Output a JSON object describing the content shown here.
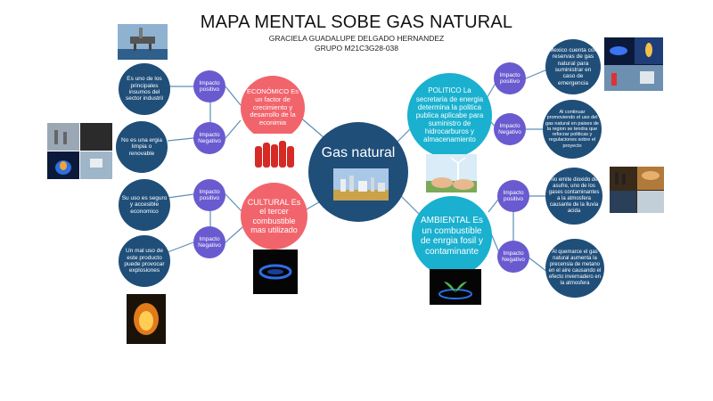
{
  "header": {
    "title": "MAPA MENTAL SOBE GAS NATURAL",
    "author": "GRACIELA GUADALUPE DELGADO HERNANDEZ",
    "group": "GRUPO M21C3G28-038"
  },
  "center": {
    "label": "Gas natural"
  },
  "branches": {
    "economico": {
      "text": "ECONÓMICO Es un factor de crecimiento y desarrollo de la econimia"
    },
    "cultural": {
      "text": "CULTURAL Es el tercer combustible mas utilizado"
    },
    "politico": {
      "text": "POLITICO La secretaria de energia determina la politica publica aplicabe para suministro de hidrocarburos y almacenamiento"
    },
    "ambiental": {
      "text": "AMBIENTAL Es un combustible de enrgia fosil y contaminante"
    }
  },
  "impacts": {
    "econ_pos": "Impacto positivo",
    "econ_neg": "Impacto Negativo",
    "cult_pos": "Impacto positivo",
    "cult_neg": "Impacto Negativo",
    "pol_pos": "Impacto positivo",
    "pol_neg": "Impacto Negativo",
    "amb_pos": "Impacto positivo",
    "amb_neg": "Impacto Negativo"
  },
  "details": {
    "econ_pos": "Es uno de los principales insumos del sector industril",
    "econ_neg": "No es una ergia limpia o renovable",
    "cult_pos": "Su uso es seguro y accesible economico",
    "cult_neg": "Un mal uso de este producto puede provocar explosiones",
    "pol_pos": "Mexico cuenta con reservas de gas natural para suministrar en caso de emergencia",
    "pol_neg": "Al continuar promoviendo el uso del gas natural en paises de la region se tendra que reforzar politicas y regulaciones sobre el proyecto",
    "amb_pos": "No emite dioxido de asufre, uno de los gases contaminantes a la atmosfera causante de la lluvia acida",
    "amb_neg": "Al quemarce el gas natural aumenta la precensia de metano en el aire causando el efecto invernadero en la atmosfera"
  },
  "colors": {
    "navy": "#1f4e79",
    "purple": "#6a5ad0",
    "pink": "#f2646c",
    "teal": "#1ab0cf",
    "line": "#5b8fb9"
  },
  "icons": {
    "center": "gas-plant-photo",
    "econ_pos": "offshore-rig-photo",
    "econ_neg": "flame-collage-photo",
    "econ_branch": "gas-cylinders-photo",
    "cult_branch": "stove-flame-photo",
    "cult_neg": "explosion-photo",
    "pol_pos": "gas-flame-collage-photo",
    "pol_branch": "hands-wind-turbine-photo",
    "amb_pos": "factory-smoke-collage-photo",
    "amb_branch": "hand-sprout-photo"
  }
}
